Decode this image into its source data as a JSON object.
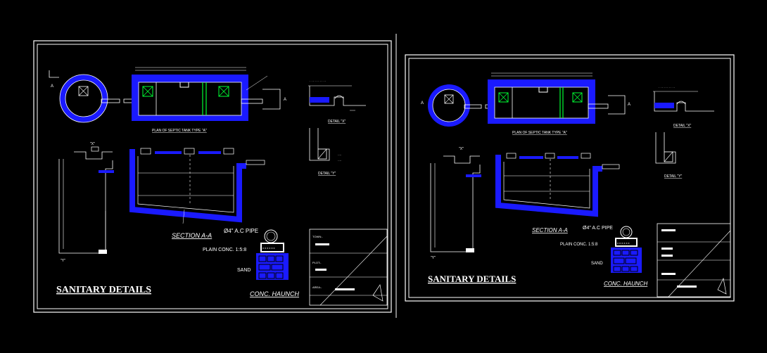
{
  "colors": {
    "background": "#000000",
    "linework": "#ffffff",
    "fill": "#1a1aff",
    "accent": "#00ff33"
  },
  "sheets": [
    {
      "title": "SANITARY DETAILS",
      "plan_caption": "PLAN OF SEPTIC TANK TYPE \"A\"",
      "section_caption": "SECTION A-A",
      "detail_x_caption": "DETAIL \"X\"",
      "detail_y_caption": "DETAIL \"Y\"",
      "pipe_label": "Ø4\" A.C PIPE",
      "conc_label": "PLAIN CONC. 1:5:8",
      "sand_label": "SAND",
      "haunch_caption": "CONC. HAUNCH",
      "marker_x": "\"X\"",
      "marker_y": "\"Y\"",
      "marker_a": "A",
      "titleblock": [
        "TOWN:-",
        "PLOT:-",
        "AREA:-"
      ]
    },
    {
      "title": "SANITARY DETAILS",
      "plan_caption": "PLAN OF SEPTIC TANK TYPE \"A\"",
      "section_caption": "SECTION A-A",
      "detail_x_caption": "DETAIL \"X\"",
      "detail_y_caption": "DETAIL \"Y\"",
      "pipe_label": "Ø4\" A.C PIPE",
      "conc_label": "PLAIN CONC. 1:5:8",
      "sand_label": "SAND",
      "haunch_caption": "CONC. HAUNCH",
      "marker_x": "\"X\"",
      "marker_y": "\"Y\"",
      "marker_a": "A",
      "titleblock": [
        "",
        "",
        ""
      ]
    }
  ]
}
